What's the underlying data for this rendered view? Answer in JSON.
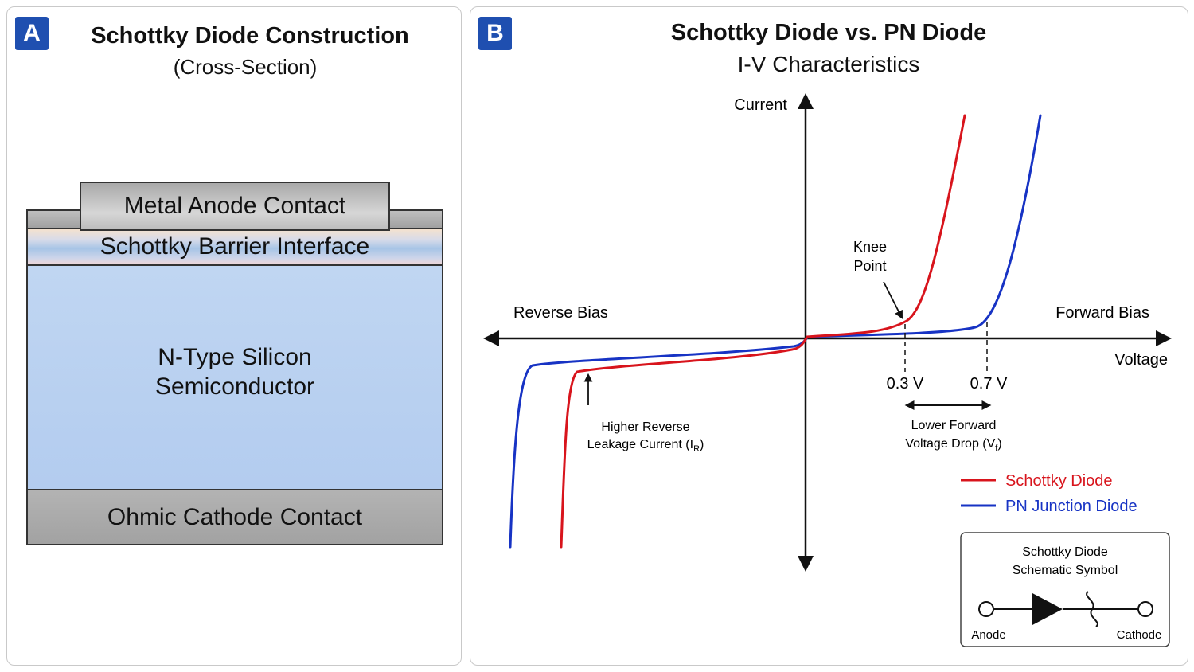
{
  "panel_a": {
    "badge": "A",
    "title": "Schottky Diode Construction",
    "subtitle": "(Cross-Section)",
    "layers": {
      "anode": "Metal Anode Contact",
      "barrier": "Schottky Barrier Interface",
      "silicon_line1": "N-Type Silicon",
      "silicon_line2": "Semiconductor",
      "cathode": "Ohmic Cathode Contact"
    }
  },
  "panel_b": {
    "badge": "B",
    "title": "Schottky Diode vs. PN Diode",
    "subtitle": "I-V Characteristics",
    "axis": {
      "current": "Current",
      "voltage": "Voltage",
      "reverse_bias": "Reverse Bias",
      "forward_bias": "Forward Bias"
    },
    "annotations": {
      "knee_line1": "Knee",
      "knee_line2": "Point",
      "v_schottky": "0.3 V",
      "v_pn": "0.7 V",
      "drop_line1": "Lower Forward",
      "drop_line2_main": "Voltage Drop (V",
      "drop_line2_sub": "f",
      "drop_line2_end": ")",
      "leak_line1": "Higher Reverse",
      "leak_line2_main": "Leakage Current (I",
      "leak_line2_sub": "R",
      "leak_line2_end": ")"
    },
    "legend": {
      "schottky": "Schottky Diode",
      "pn": "PN Junction Diode"
    },
    "symbol": {
      "title_line1": "Schottky Diode",
      "title_line2": "Schematic Symbol",
      "anode": "Anode",
      "cathode": "Cathode"
    },
    "colors": {
      "schottky": "#d8141c",
      "pn": "#1733c4"
    }
  }
}
